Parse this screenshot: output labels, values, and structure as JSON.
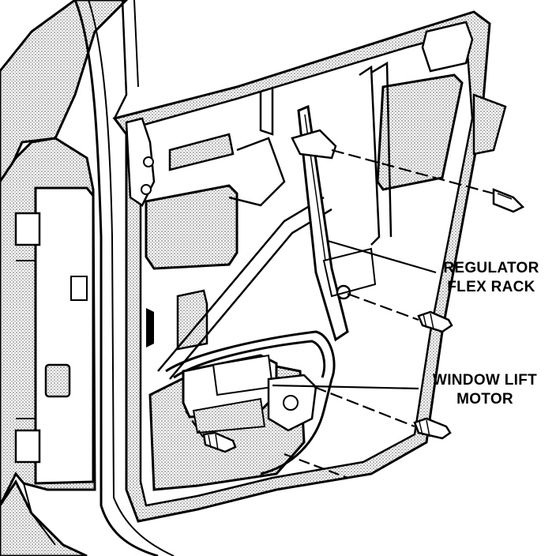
{
  "labels": {
    "regulator_line1": "REGULATOR",
    "regulator_line2": "FLEX RACK",
    "motor_line1": "WINDOW LIFT",
    "motor_line2": "MOTOR"
  },
  "colors": {
    "ink": "#000000",
    "paper": "#ffffff",
    "stipple": "#9a9a9a"
  }
}
